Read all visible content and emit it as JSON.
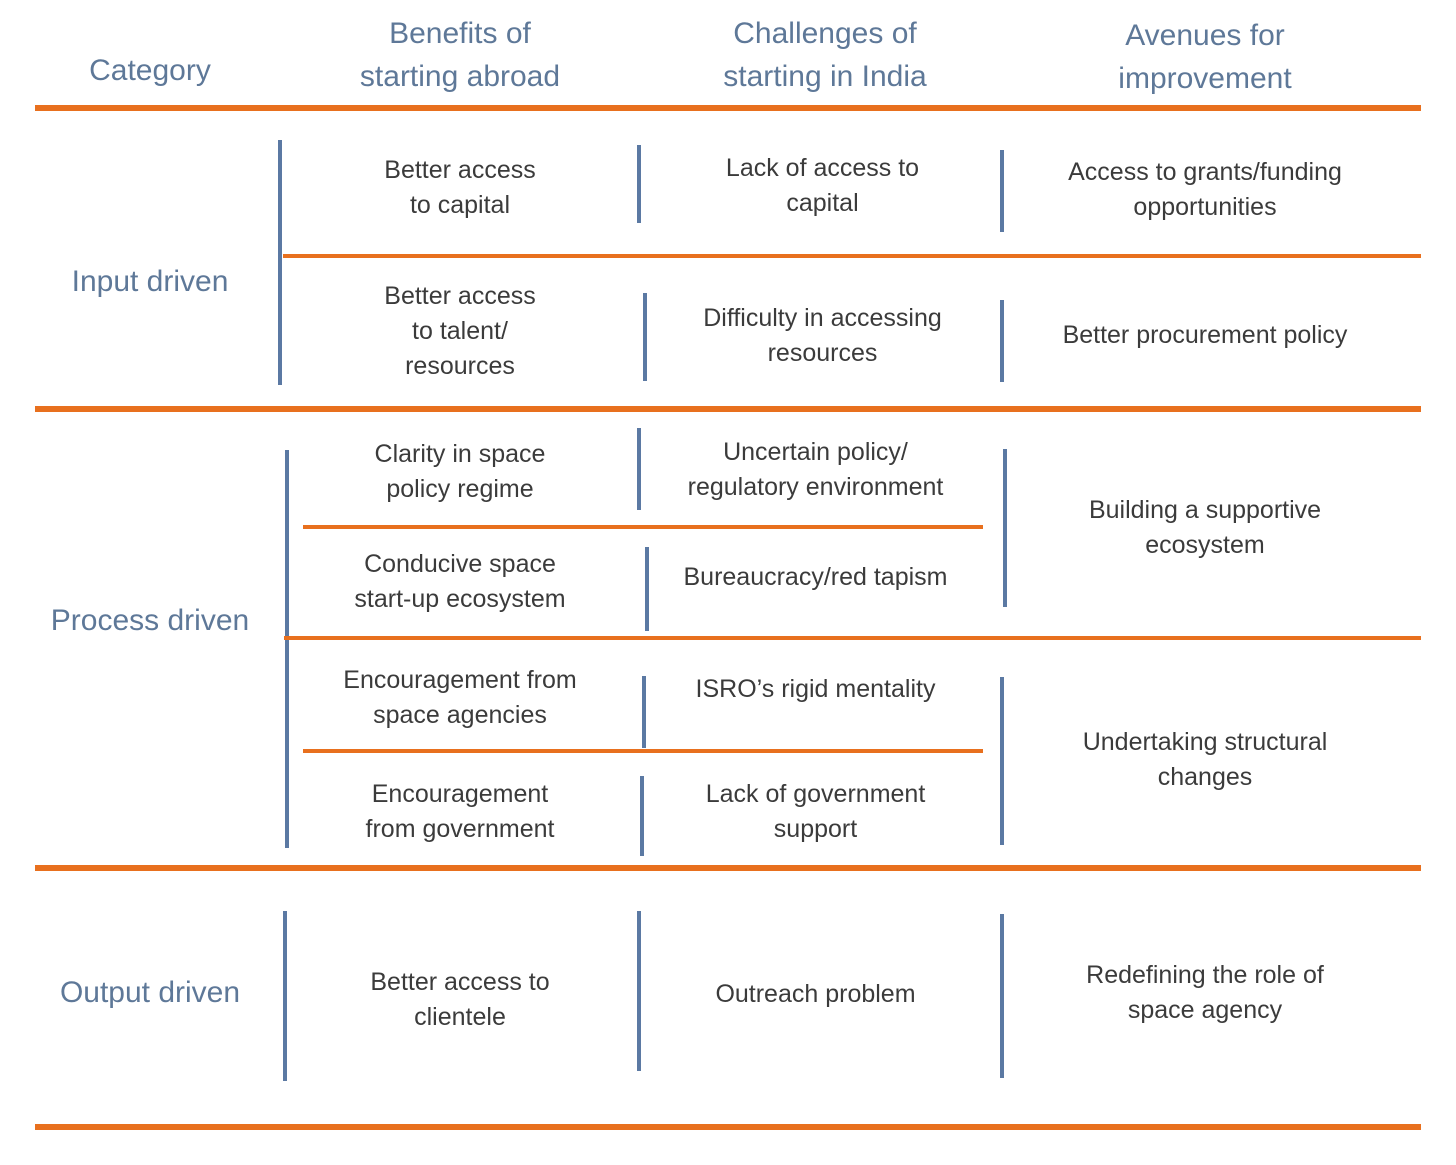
{
  "title_row": {
    "category": "Category",
    "benefits": "Benefits of\nstarting abroad",
    "challenges": "Challenges of\nstarting in India",
    "avenues": "Avenues for\nimprovement"
  },
  "sections": {
    "input": {
      "label": "Input driven",
      "rows": [
        {
          "benefit": "Better access\nto capital",
          "challenge": "Lack of access to\ncapital",
          "avenue": "Access to grants/funding\nopportunities"
        },
        {
          "benefit": "Better access\nto talent/\nresources",
          "challenge": "Difficulty in accessing\nresources",
          "avenue": "Better procurement policy"
        }
      ]
    },
    "process": {
      "label": "Process driven",
      "rows": [
        {
          "benefit": "Clarity in space\npolicy regime",
          "challenge": "Uncertain policy/\nregulatory environment"
        },
        {
          "benefit": "Conducive space\nstart-up ecosystem",
          "challenge": "Bureaucracy/red tapism"
        },
        {
          "benefit": "Encouragement from\nspace agencies",
          "challenge": "ISRO’s rigid mentality"
        },
        {
          "benefit": "Encouragement\nfrom government",
          "challenge": "Lack of government\nsupport"
        }
      ],
      "avenues": [
        "Building a supportive\necosystem",
        "Undertaking structural\nchanges"
      ]
    },
    "output": {
      "label": "Output driven",
      "rows": [
        {
          "benefit": "Better access to\nclientele",
          "challenge": "Outreach problem",
          "avenue": "Redefining the role of\nspace agency"
        }
      ]
    }
  },
  "colors": {
    "accent_orange": "#E8701E",
    "line_blue": "#5B79A3",
    "heading_text": "#5E7898",
    "body_text": "#3B3B3B"
  }
}
